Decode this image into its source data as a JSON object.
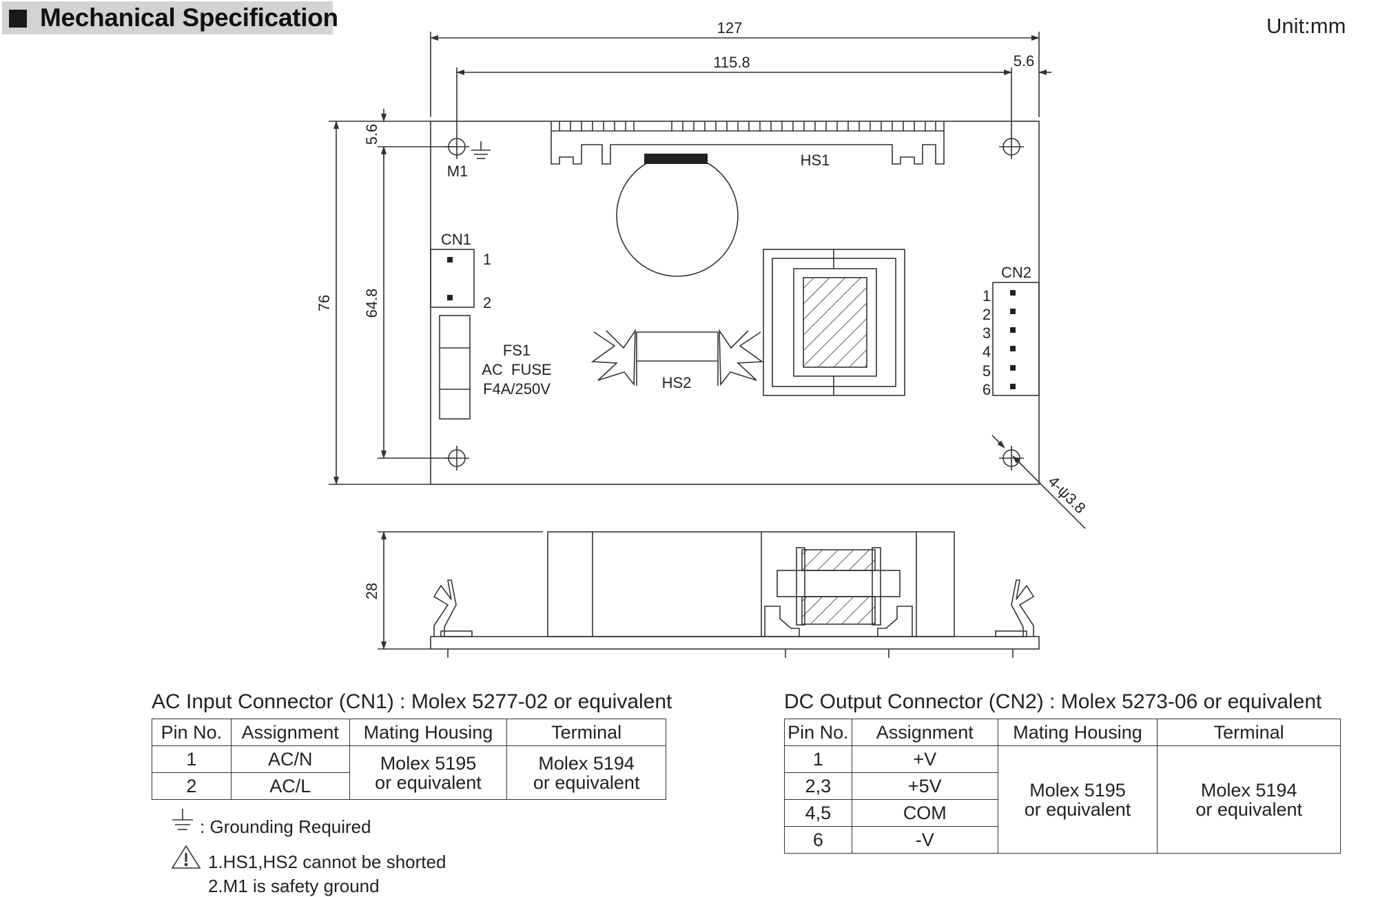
{
  "header": {
    "title": "Mechanical Specification",
    "unit": "Unit:mm"
  },
  "dimensions": {
    "width_overall": "127",
    "width_holes": "115.8",
    "hole_offset_x": "5.6",
    "height_overall": "76",
    "height_holes": "64.8",
    "hole_offset_y": "5.6",
    "height_side": "28",
    "hole_spec": "4-ψ3.8"
  },
  "board_labels": {
    "m1": "M1",
    "hs1": "HS1",
    "hs2": "HS2",
    "cn1": "CN1",
    "cn1_pin1": "1",
    "cn1_pin2": "2",
    "cn2": "CN2",
    "cn2_pins": [
      "1",
      "2",
      "3",
      "4",
      "5",
      "6"
    ],
    "fuse_line1": "FS1",
    "fuse_line2": "AC  FUSE",
    "fuse_line3": "F4A/250V"
  },
  "ac_table": {
    "title": "AC Input Connector (CN1) : Molex 5277-02  or equivalent",
    "headers": [
      "Pin No.",
      "Assignment",
      "Mating Housing",
      "Terminal"
    ],
    "rows": [
      {
        "pin": "1",
        "assignment": "AC/N"
      },
      {
        "pin": "2",
        "assignment": "AC/L"
      }
    ],
    "housing_line1": "Molex 5195",
    "housing_line2": "or equivalent",
    "terminal_line1": "Molex 5194",
    "terminal_line2": "or equivalent"
  },
  "dc_table": {
    "title": "DC Output Connector (CN2) : Molex 5273-06 or equivalent",
    "headers": [
      "Pin No.",
      "Assignment",
      "Mating Housing",
      "Terminal"
    ],
    "rows": [
      {
        "pin": "1",
        "assignment": "+V"
      },
      {
        "pin": "2,3",
        "assignment": "+5V"
      },
      {
        "pin": "4,5",
        "assignment": "COM"
      },
      {
        "pin": "6",
        "assignment": "-V"
      }
    ],
    "housing_line1": "Molex 5195",
    "housing_line2": "or equivalent",
    "terminal_line1": "Molex 5194",
    "terminal_line2": "or equivalent"
  },
  "notes": {
    "grounding": ": Grounding Required",
    "warning1": "1.HS1,HS2 cannot be shorted",
    "warning2": "2.M1 is safety ground"
  }
}
